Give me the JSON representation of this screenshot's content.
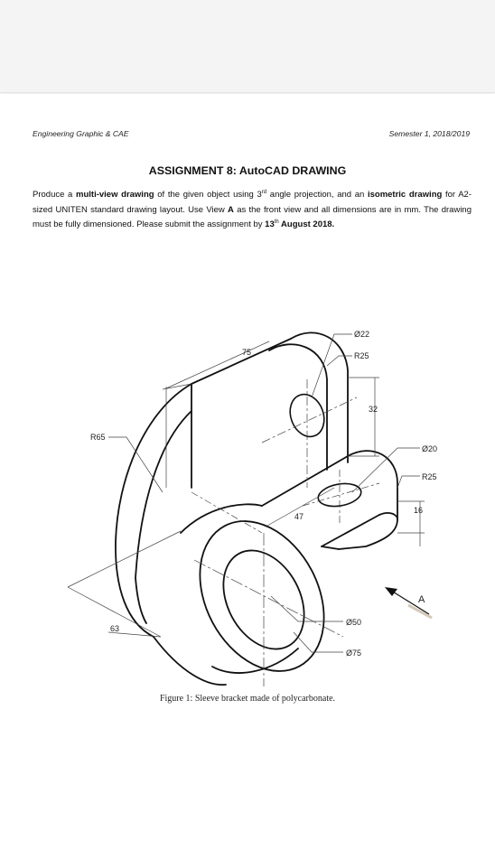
{
  "header": {
    "left": "Engineering Graphic & CAE",
    "right": "Semester 1, 2018/2019"
  },
  "title": "ASSIGNMENT 8: AutoCAD DRAWING",
  "paragraph": {
    "p1": "Produce a ",
    "b1": "multi-view drawing",
    "p2": " of the given object using 3",
    "sup1": "rd",
    "p3": " angle projection, and an ",
    "b2": "isometric drawing",
    "p4": " for A2-sized UNITEN standard drawing layout. Use View ",
    "b3": "A",
    "p5": " as the front view and all dimensions are in mm. The drawing must be fully dimensioned. Please submit the assignment by ",
    "b4": "13",
    "sup2": "th",
    "b5": " August 2018."
  },
  "figure": {
    "dimensions": {
      "d22": "Ø22",
      "r25_top": "R25",
      "d75": "75",
      "d32": "32",
      "r65": "R65",
      "d20": "Ø20",
      "r25_right": "R25",
      "d16": "16",
      "d47": "47",
      "view_a": "A",
      "d50": "Ø50",
      "d63": "63",
      "d75_dia": "Ø75"
    },
    "caption": "Figure 1: Sleeve bracket made of polycarbonate."
  }
}
